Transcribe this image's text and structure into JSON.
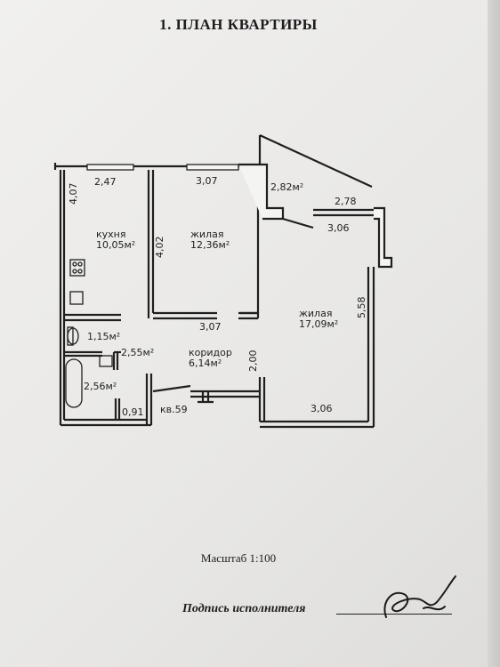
{
  "title": "1. ПЛАН КВАРТИРЫ",
  "rooms": {
    "kitchen_name": "кухня",
    "kitchen_area": "10,05м²",
    "living1_name": "жилая",
    "living1_area": "12,36м²",
    "living2_name": "жилая",
    "living2_area": "17,09м²",
    "corridor_name": "коридор",
    "corridor_area": "6,14м²",
    "balcony_area": "2,82м²",
    "toilet_area": "1,15м²",
    "bathroom_area": "2,56м²",
    "hall_area": "2,55м²",
    "apartment_label": "кв.59"
  },
  "dimensions": {
    "kitchen_width": "2,47",
    "living1_width_top": "3,07",
    "kitchen_depth": "4,07",
    "living1_depth": "4,02",
    "living1_width_bottom": "3,07",
    "balcony_width": "2,78",
    "balcony_inner": "3,06",
    "living2_depth": "5,58",
    "corridor_depth": "2,00",
    "living2_width_bottom": "3,06",
    "door_width": "0,91"
  },
  "footer": {
    "scale": "Масштаб 1:100",
    "signature_label": "Подпись исполнителя"
  }
}
